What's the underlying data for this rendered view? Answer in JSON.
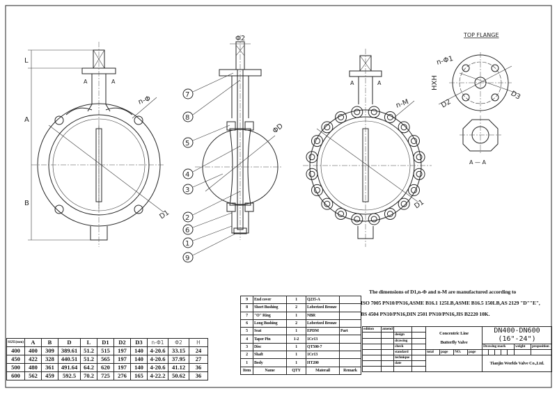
{
  "drawing": {
    "front_view": {
      "dim_L": "L",
      "dim_A": "A",
      "dim_B": "B",
      "hole": "n-Φ",
      "dim_D1": "D1",
      "section_mark": "A"
    },
    "side_view": {
      "dim_phi2": "Φ2",
      "dim_phiD": "ΦD",
      "callouts": [
        "7",
        "8",
        "5",
        "4",
        "3",
        "2",
        "6",
        "1",
        "9"
      ]
    },
    "lug_view": {
      "hole": "n-M",
      "dim_D1": "D1",
      "section_mark": "A"
    },
    "top_flange": {
      "title": "TOP FLANGE",
      "hole": "n-Φ1",
      "square": "HXH",
      "dim_D2": "D2",
      "dim_D3": "D3",
      "section": "A — A"
    }
  },
  "size_table": {
    "headers": [
      "SIZE(mm)",
      "A",
      "B",
      "D",
      "L",
      "D1",
      "D2",
      "D3",
      "n-Φ1",
      "Φ2",
      "H"
    ],
    "rows": [
      [
        "400",
        "400",
        "309",
        "389.61",
        "51.2",
        "515",
        "197",
        "140",
        "4-20.6",
        "33.15",
        "24"
      ],
      [
        "450",
        "422",
        "328",
        "440.51",
        "51.2",
        "565",
        "197",
        "140",
        "4-20.6",
        "37.95",
        "27"
      ],
      [
        "500",
        "480",
        "361",
        "491.64",
        "64.2",
        "620",
        "197",
        "140",
        "4-20.6",
        "41.12",
        "36"
      ],
      [
        "600",
        "562",
        "459",
        "592.5",
        "70.2",
        "725",
        "276",
        "165",
        "4-22.2",
        "50.62",
        "36"
      ]
    ]
  },
  "parts_table": {
    "rows": [
      [
        "9",
        "End cover",
        "1",
        "Q235-A",
        ""
      ],
      [
        "8",
        "Short Bushing",
        "2",
        "Loberized Bronze",
        ""
      ],
      [
        "7",
        "\"O\" Ring",
        "1",
        "NBR",
        ""
      ],
      [
        "6",
        "Long Bushing",
        "2",
        "Loberized Bronze",
        ""
      ],
      [
        "5",
        "Seat",
        "1",
        "EPDM",
        "Part"
      ],
      [
        "4",
        "Taper Pin",
        "1-2",
        "1Cr13",
        ""
      ],
      [
        "3",
        "Disc",
        "1",
        "QT500-7",
        ""
      ],
      [
        "2",
        "Shaft",
        "1",
        "1Cr13",
        ""
      ],
      [
        "1",
        "Body",
        "1",
        "HT200",
        ""
      ]
    ],
    "headers": [
      "Item",
      "Name",
      "QTY",
      "Materail",
      "Remark"
    ]
  },
  "notes": [
    "The dimensions of D1,n-Φ and n-M are manufactured according to",
    "ISO 7005 PN10/PN16,ASME B16.1 125LB,ASME B16.5 150LB,AS 2129 \"D\"\"E\",",
    "BS 4504 PN10/PN16,DIN 2501 PN10/PN16,JIS B2220 10K."
  ],
  "title_block": {
    "edition": "edition",
    "amend": "amend",
    "roles": [
      "design",
      "drawing",
      "check",
      "standard",
      "technique",
      "date"
    ],
    "product_line1": "Concentric Line",
    "product_line2": "Butterfly Valve",
    "model": "DN400-DN600",
    "model_inch": "(16\"-24\")",
    "drawing_mark": "Drawing mark",
    "weight": "weight",
    "proposition": "proposition",
    "total": "total",
    "page1": "page",
    "no": "NO.",
    "page2": "page",
    "company": "Tianjin Worlds Valve Co.,Ltd."
  }
}
